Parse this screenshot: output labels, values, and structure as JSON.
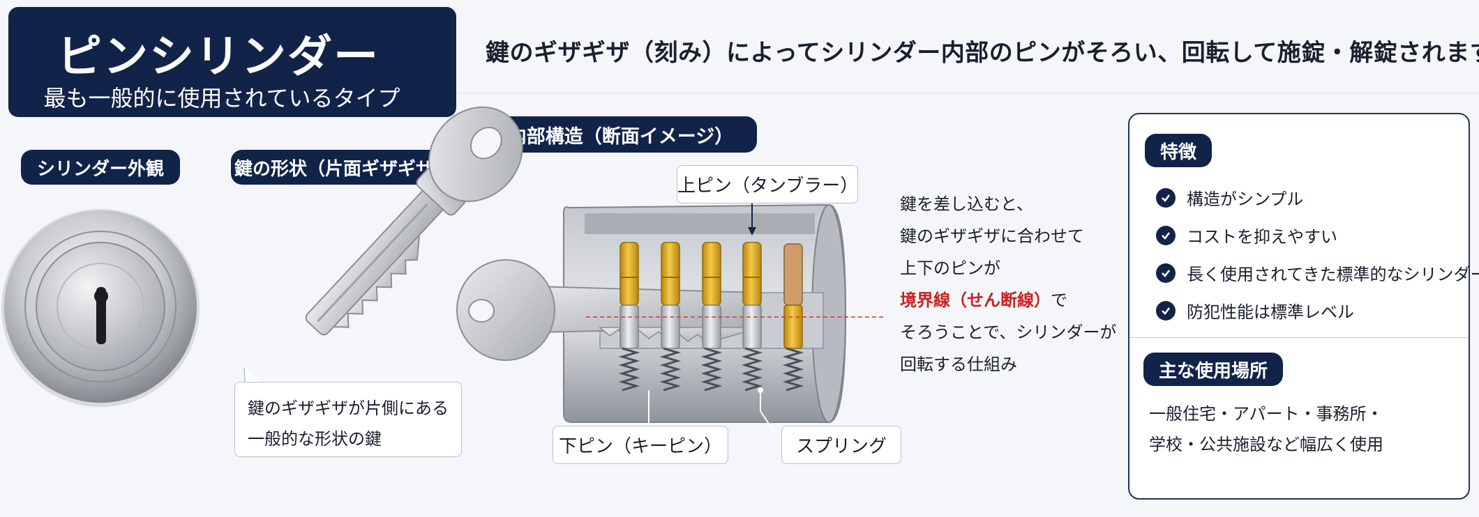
{
  "title": {
    "main": "ピンシリンダー",
    "sub": "最も一般的に使用されているタイプ"
  },
  "headline": "鍵のギザギザ（刻み）によってシリンダー内部のピンがそろい、回転して施錠・解錠されます。",
  "sections": {
    "exterior": "シリンダー外観",
    "key_shape": "鍵の形状（片面ギザギザ）",
    "internal": "内部構造（断面イメージ）"
  },
  "key_callout": {
    "line1": "鍵のギザギザが片側にある",
    "line2": "一般的な形状の鍵"
  },
  "diagram_labels": {
    "upper_pin": "上ピン（タンブラー）",
    "lower_pin": "下ピン（キーピン）",
    "spring": "スプリング"
  },
  "explanation": {
    "line1": "鍵を差し込むと、",
    "line2": "鍵のギザギザに合わせて",
    "line3": "上下のピンが",
    "line4_red": "境界線（せん断線）",
    "line4_rest": "で",
    "line5": "そろうことで、シリンダーが",
    "line6": "回転する仕組み"
  },
  "features": {
    "heading": "特徴",
    "items": [
      "構造がシンプル",
      "コストを抑えやすい",
      "長く使用されてきた標準的なシリンダー",
      "防犯性能は標準レベル"
    ]
  },
  "uses": {
    "heading": "主な使用場所",
    "line1": "一般住宅・アパート・事務所・",
    "line2": "学校・公共施設など幅広く使用"
  },
  "colors": {
    "navy": "#12234a",
    "accent_red": "#cc1f1f",
    "brass": "#d9a521"
  }
}
